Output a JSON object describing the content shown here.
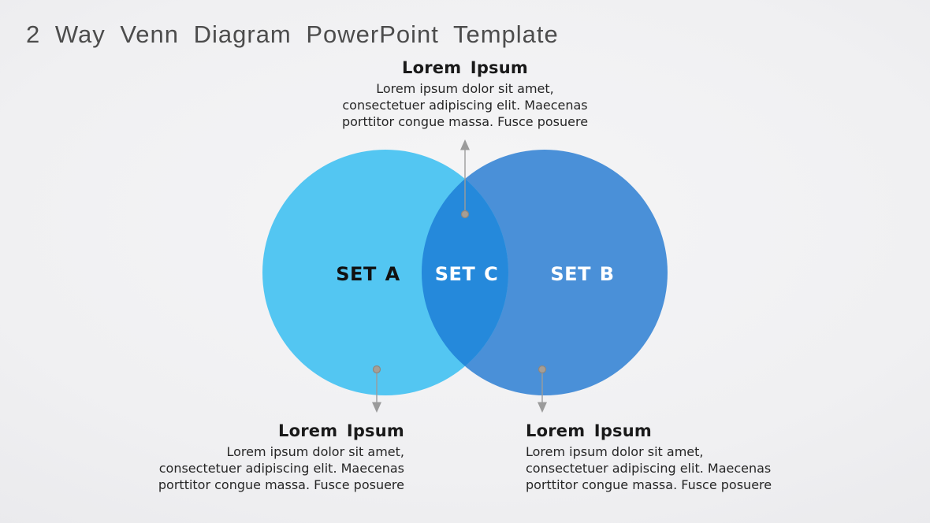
{
  "title": "2 Way Venn Diagram PowerPoint Template",
  "venn": {
    "set_a_label": "SET A",
    "set_b_label": "SET B",
    "set_c_label": "SET C"
  },
  "colors": {
    "set_a_fill": "#53C6F2",
    "set_b_fill": "#4A90D8",
    "intersection_fill": "#2589DB",
    "arrow": "#9B9B9B",
    "arrow_dot": "#A69E95",
    "arrow_dot_ring": "#8F877E",
    "title_text": "#4C4C4C",
    "heading_text": "#1A1A1A",
    "body_text": "#262626",
    "set_a_text": "#111111",
    "set_b_text": "#FFFFFF",
    "set_c_text": "#FFFFFF"
  },
  "annotations": {
    "top": {
      "heading": "Lorem Ipsum",
      "lines": [
        "Lorem ipsum dolor sit amet,",
        "consectetuer adipiscing elit. Maecenas",
        "porttitor congue massa. Fusce posuere"
      ]
    },
    "bottom_left": {
      "heading": "Lorem Ipsum",
      "lines": [
        "Lorem ipsum dolor sit amet,",
        "consectetuer adipiscing elit. Maecenas",
        "porttitor congue massa. Fusce posuere"
      ]
    },
    "bottom_right": {
      "heading": "Lorem Ipsum",
      "lines": [
        "Lorem ipsum dolor sit amet,",
        "consectetuer adipiscing elit. Maecenas",
        "porttitor congue massa. Fusce posuere"
      ]
    }
  }
}
